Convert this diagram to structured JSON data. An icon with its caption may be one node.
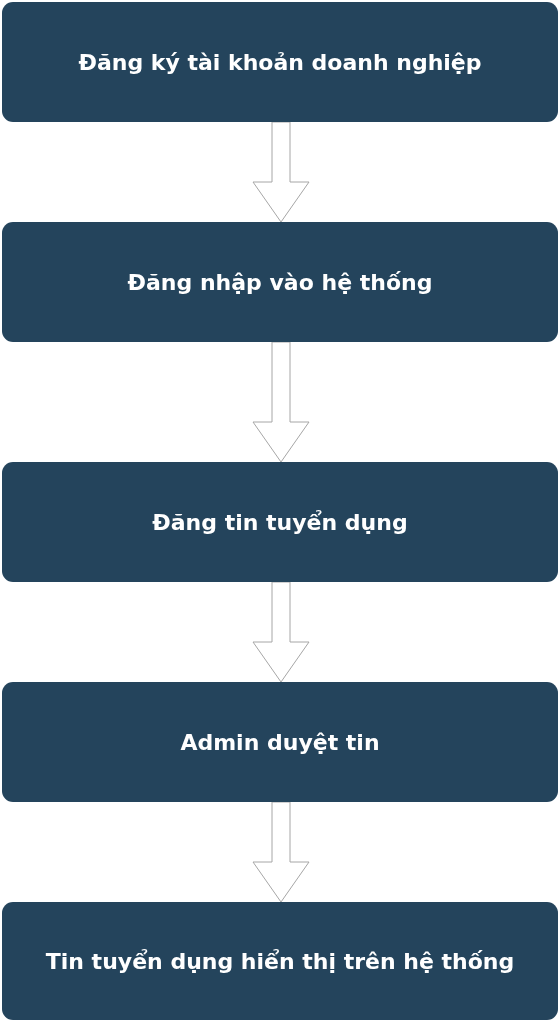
{
  "diagram": {
    "nodes": [
      {
        "text": [
          "Đăng ký tài khoản doanh nghiệp"
        ]
      },
      {
        "text": [
          "Đăng nhập vào hệ thống"
        ]
      },
      {
        "text": [
          "Đăng tin tuyển dụng"
        ]
      },
      {
        "text": [
          "Admin duyệt tin"
        ]
      },
      {
        "text": [
          "Tin tuyển dụng hiển thị trên hệ thống"
        ]
      }
    ],
    "edges": [
      {
        "from": 0,
        "to": 1,
        "arrow": "to"
      },
      {
        "from": 1,
        "to": 2,
        "arrow": "to"
      },
      {
        "from": 2,
        "to": 3,
        "arrow": "to"
      },
      {
        "from": 3,
        "to": 4,
        "arrow": "to"
      }
    ]
  }
}
